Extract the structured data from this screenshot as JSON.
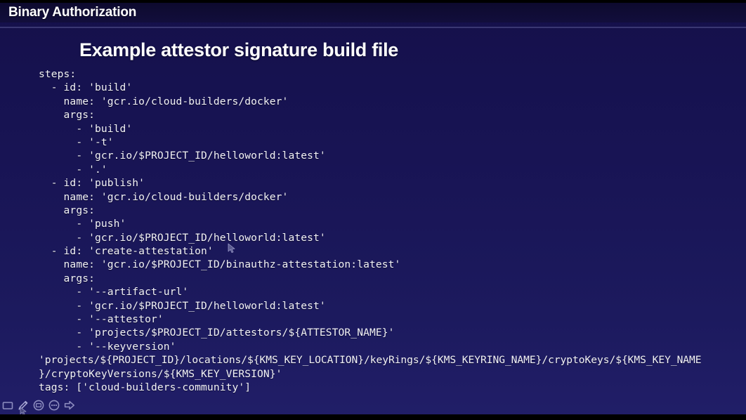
{
  "window": {
    "title": "Binary Authorization"
  },
  "slide": {
    "heading": "Example attestor signature build file",
    "code_lines": [
      "steps:",
      "  - id: 'build'",
      "    name: 'gcr.io/cloud-builders/docker'",
      "    args:",
      "      - 'build'",
      "      - '-t'",
      "      - 'gcr.io/$PROJECT_ID/helloworld:latest'",
      "      - '.'",
      "  - id: 'publish'",
      "    name: 'gcr.io/cloud-builders/docker'",
      "    args:",
      "      - 'push'",
      "      - 'gcr.io/$PROJECT_ID/helloworld:latest'",
      "  - id: 'create-attestation'",
      "    name: 'gcr.io/$PROJECT_ID/binauthz-attestation:latest'",
      "    args:",
      "      - '--artifact-url'",
      "      - 'gcr.io/$PROJECT_ID/helloworld:latest'",
      "      - '--attestor'",
      "      - 'projects/$PROJECT_ID/attestors/${ATTESTOR_NAME}'",
      "      - '--keyversion'",
      "'projects/${PROJECT_ID}/locations/${KMS_KEY_LOCATION}/keyRings/${KMS_KEYRING_NAME}/cryptoKeys/${KMS_KEY_NAME",
      "}/cryptoKeyVersions/${KMS_KEY_VERSION}'",
      "tags: ['cloud-builders-community']"
    ]
  },
  "toolbar": {
    "items": [
      {
        "icon": "slide-rect-icon",
        "label": "Slide"
      },
      {
        "icon": "pen-icon",
        "label": "Pen"
      },
      {
        "icon": "zoom-icon",
        "label": "Zoom"
      },
      {
        "icon": "menu-dots-icon",
        "label": "Menu"
      },
      {
        "icon": "next-arrow-icon",
        "label": "Next"
      }
    ]
  },
  "colors": {
    "background_top": "#15104a",
    "background_bottom": "#211e68",
    "titlebar": "#0d0a2e",
    "divider": "#3a3772",
    "text": "#f2f2f6",
    "letterbox": "#000000"
  }
}
